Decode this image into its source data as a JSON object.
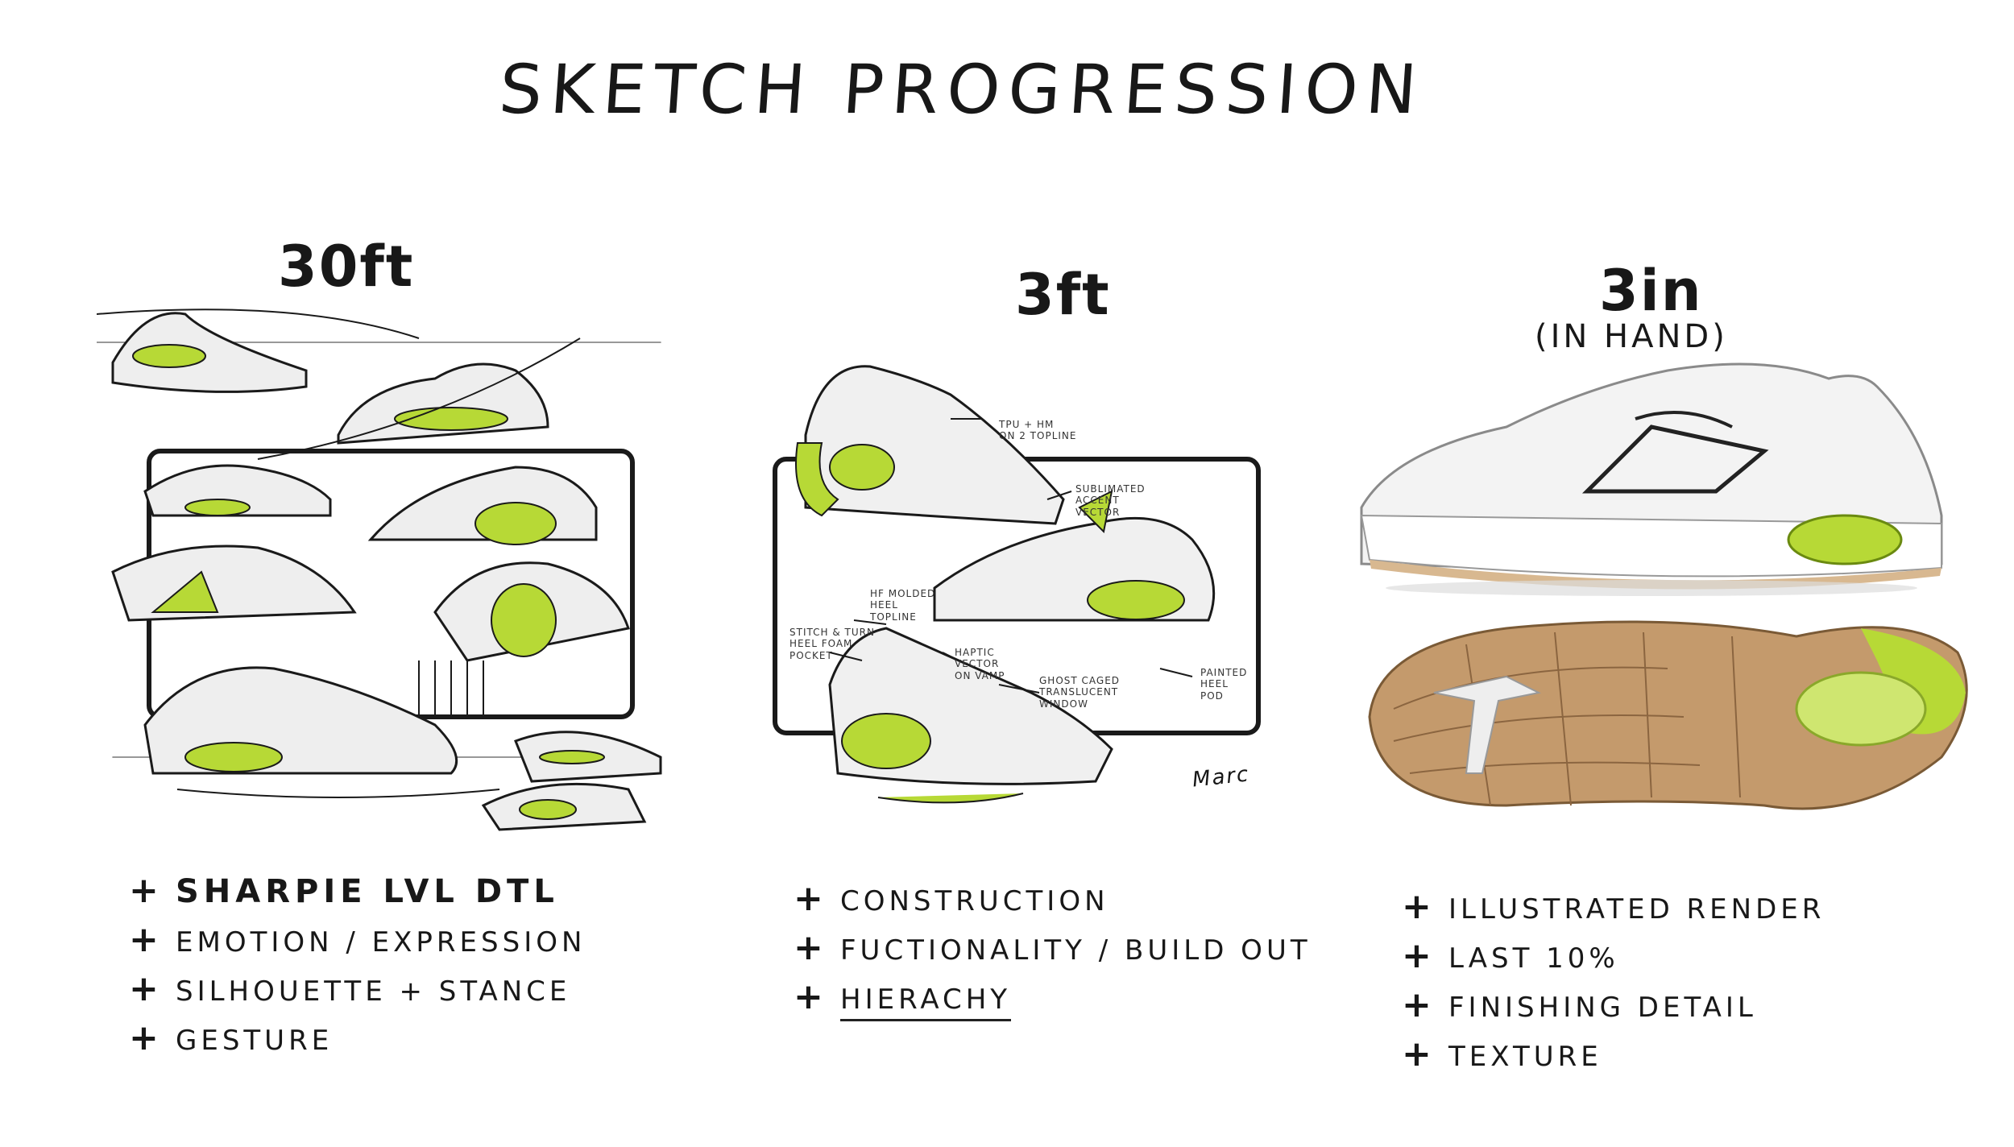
{
  "title": "SKETCH PROGRESSION",
  "columns": [
    {
      "heading": "30ft",
      "subheading": "",
      "notes": [
        "SHARPIE LVL DTL",
        "EMOTION / EXPRESSION",
        "SILHOUETTE + STANCE",
        "GESTURE"
      ]
    },
    {
      "heading": "3ft",
      "subheading": "",
      "notes": [
        "CONSTRUCTION",
        "FUCTIONALITY / BUILD OUT",
        "HIERACHY"
      ],
      "annotations": {
        "a1": "TPU + HM\nON 2 TOPLINE",
        "a2": "SUBLIMATED\nACCENT\nVECTOR",
        "a3": "HF MOLDED\nHEEL\nTOPLINE",
        "a4": "STITCH & TURN\nHEEL FOAM\nPOCKET",
        "a5": "HAPTIC\nVECTOR\nON VAMP",
        "a6": "GHOST CAGED\nTRANSLUCENT\nWINDOW",
        "a7": "PAINTED\nHEEL\nPOD"
      },
      "signature": "Marc"
    },
    {
      "heading": "3in",
      "subheading": "(IN HAND)",
      "notes": [
        "ILLUSTRATED RENDER",
        "LAST 10%",
        "FINISHING DETAIL",
        "TEXTURE"
      ]
    }
  ],
  "colors": {
    "accent_green": "#b7d936",
    "ink": "#181818",
    "sole_tan": "#c49a6c"
  }
}
